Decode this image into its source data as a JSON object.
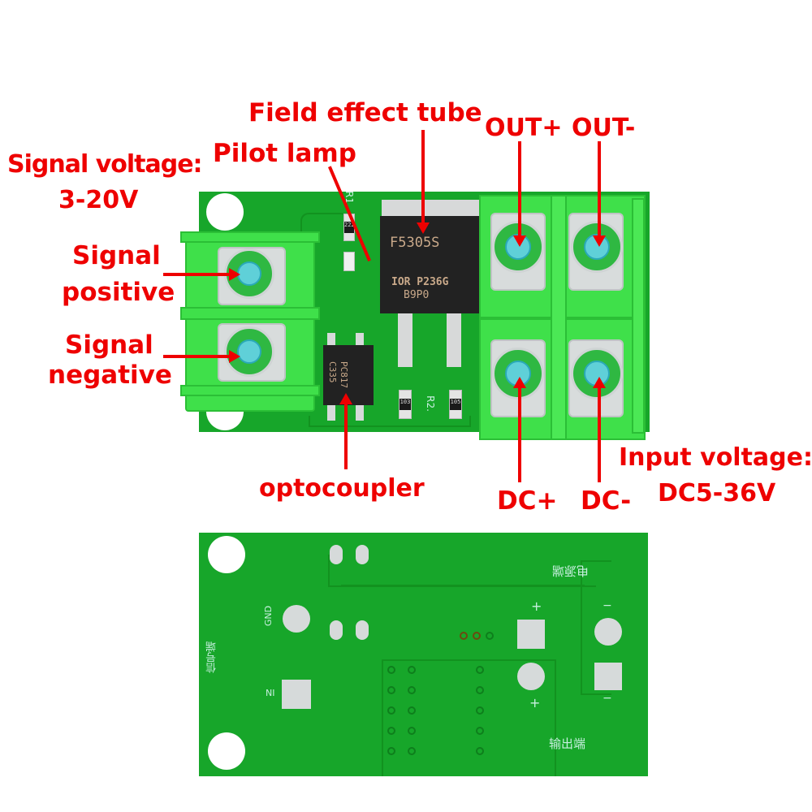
{
  "labels": {
    "signal_voltage_title": "Signal voltage:",
    "signal_voltage_value": "3-20V",
    "pilot_lamp": "Pilot lamp",
    "field_effect_tube": "Field effect tube",
    "out_plus": "OUT+",
    "out_minus": "OUT-",
    "signal_positive_1": "Signal",
    "signal_positive_2": "positive",
    "signal_negative_1": "Signal",
    "signal_negative_2": "negative",
    "optocoupler": "optocoupler",
    "dc_plus": "DC+",
    "dc_minus": "DC-",
    "input_voltage_title": "Input voltage:",
    "input_voltage_value": "DC5-36V"
  },
  "top_board": {
    "mosfet": {
      "line1": "F5305S",
      "line2": "IOR P236G",
      "line3": "B9P0"
    },
    "optocoupler_chip": {
      "line1": "PC817",
      "line2": "C335"
    },
    "resistors": [
      {
        "ref": "R1",
        "code": "222"
      },
      {
        "ref": "R2.",
        "code": "103"
      },
      {
        "ref": "",
        "code": "105"
      }
    ]
  },
  "bottom_board": {
    "silk_power": "电源端",
    "silk_signal": "信号端",
    "silk_output": "输出端",
    "silk_gnd": "GND",
    "silk_in": "IN",
    "plus": "+",
    "minus": "−"
  },
  "colors": {
    "label_red": "#ee0000",
    "pcb_green": "#17a62a",
    "terminal_green": "#3fe04a"
  }
}
